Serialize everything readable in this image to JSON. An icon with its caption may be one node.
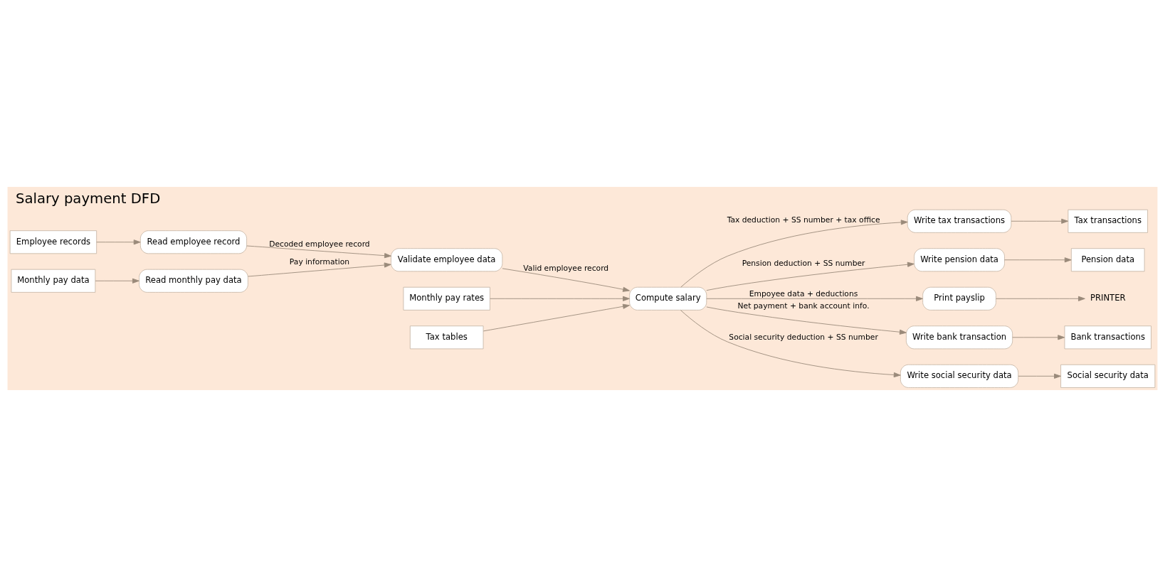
{
  "diagram": {
    "title": "Salary payment DFD",
    "nodes": [
      {
        "text": [
          "Employee records"
        ]
      },
      {
        "text": [
          "Read employee record"
        ]
      },
      {
        "text": [
          "Validate employee data"
        ]
      },
      {
        "text": [
          "Read monthly pay data"
        ]
      },
      {
        "text": [
          "Monthly pay data"
        ]
      },
      {
        "text": [
          "Compute salary"
        ]
      },
      {
        "text": [
          "Monthly pay rates"
        ]
      },
      {
        "text": [
          "Tax tables"
        ]
      },
      {
        "text": [
          "Write tax transactions"
        ]
      },
      {
        "text": [
          "Tax transactions"
        ]
      },
      {
        "text": [
          "Write pension data"
        ]
      },
      {
        "text": [
          "Pension data"
        ]
      },
      {
        "text": [
          "Print payslip"
        ]
      },
      {
        "text": [
          "PRINTER"
        ]
      },
      {
        "text": [
          "Write bank transaction"
        ]
      },
      {
        "text": [
          "Bank transactions"
        ]
      },
      {
        "text": [
          "Write social security data"
        ]
      },
      {
        "text": [
          "Social security data"
        ]
      }
    ],
    "edges": [
      {
        "from": 0,
        "to": 1,
        "arrow": "to"
      },
      {
        "from": 1,
        "to": 2,
        "arrow": "to",
        "label": "Decoded employee record"
      },
      {
        "from": 4,
        "to": 3,
        "arrow": "to"
      },
      {
        "from": 3,
        "to": 2,
        "arrow": "to",
        "label": "Pay information"
      },
      {
        "from": 2,
        "to": 5,
        "arrow": "to",
        "label": "Valid employee record"
      },
      {
        "from": 6,
        "to": 5,
        "arrow": "to"
      },
      {
        "from": 7,
        "to": 5,
        "arrow": "to"
      },
      {
        "from": 5,
        "to": 8,
        "arrow": "to",
        "label": "Tax deduction + SS number + tax office"
      },
      {
        "from": 8,
        "to": 9,
        "arrow": "to"
      },
      {
        "from": 5,
        "to": 10,
        "arrow": "to",
        "label": "Pension deduction + SS number"
      },
      {
        "from": 10,
        "to": 11,
        "arrow": "to"
      },
      {
        "from": 5,
        "to": 12,
        "arrow": "to",
        "label": "Empoyee data + deductions"
      },
      {
        "from": 12,
        "to": 13,
        "arrow": "to"
      },
      {
        "from": 5,
        "to": 14,
        "arrow": "to",
        "label": "Net payment + bank account info."
      },
      {
        "from": 14,
        "to": 15,
        "arrow": "to"
      },
      {
        "from": 5,
        "to": 16,
        "arrow": "to",
        "label": "Social security deduction + SS number"
      },
      {
        "from": 16,
        "to": 17,
        "arrow": "to"
      }
    ]
  }
}
